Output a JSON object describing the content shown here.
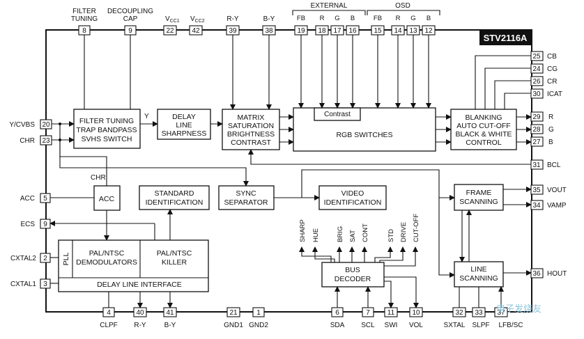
{
  "chip": {
    "name": "STV2116A"
  },
  "top_labels": [
    {
      "id": "filter_tuning",
      "text": "FILTER"
    },
    {
      "id": "filter_tuning2",
      "text": "TUNING"
    },
    {
      "id": "decoupling",
      "text": "DECOUPLING"
    },
    {
      "id": "decoupling2",
      "text": "CAP"
    },
    {
      "id": "vcc1",
      "text": "V",
      "sub": "CC1"
    },
    {
      "id": "vcc2",
      "text": "V",
      "sub": "CC2"
    },
    {
      "id": "ry",
      "text": "R-Y"
    },
    {
      "id": "by",
      "text": "B-Y"
    },
    {
      "id": "external",
      "text": "EXTERNAL"
    },
    {
      "id": "osd",
      "text": "OSD"
    }
  ],
  "rgb_letters": [
    "FB",
    "R",
    "G",
    "B",
    "FB",
    "R",
    "G",
    "B"
  ],
  "pins": {
    "p8": "8",
    "p9": "9",
    "p22": "22",
    "p42": "42",
    "p39": "39",
    "p38": "38",
    "p19": "19",
    "p18": "18",
    "p17": "17",
    "p16": "16",
    "p15": "15",
    "p14": "14",
    "p13": "13",
    "p12": "12",
    "p20": "20",
    "p23": "23",
    "p5": "5",
    "p9l": "9",
    "p2": "2",
    "p3": "3",
    "p25": "25",
    "p24": "24",
    "p26": "26",
    "p30": "30",
    "p29": "29",
    "p28": "28",
    "p27": "27",
    "p31": "31",
    "p35": "35",
    "p34": "34",
    "p36": "36",
    "p4": "4",
    "p40": "40",
    "p41": "41",
    "p21": "21",
    "p1": "1",
    "p6": "6",
    "p7": "7",
    "p11": "11",
    "p10": "10",
    "p32": "32",
    "p33": "33",
    "p37": "37"
  },
  "left_labels": {
    "ycvbs": "Y/CVBS",
    "chr": "CHR",
    "acc": "ACC",
    "ecs": "ECS",
    "cxtal2": "CXTAL2",
    "cxtal1": "CXTAL1"
  },
  "right_labels": {
    "cb": "CB",
    "cg": "CG",
    "cr": "CR",
    "icat": "ICAT",
    "r": "R",
    "g": "G",
    "b": "B",
    "bcl": "BCL",
    "vout": "VOUT",
    "vamp": "VAMP",
    "hout": "HOUT"
  },
  "bottom_labels": {
    "clpf": "CLPF",
    "ry": "R-Y",
    "by": "B-Y",
    "gnd1": "GND1",
    "gnd2": "GND2",
    "sda": "SDA",
    "scl": "SCL",
    "swi": "SWI",
    "vol": "VOL",
    "sxtal": "SXTAL",
    "slpf": "SLPF",
    "lfbsc": "LFB/SC"
  },
  "blocks": {
    "filter": [
      "FILTER TUNING",
      "TRAP BANDPASS",
      "SVHS SWITCH"
    ],
    "delay": [
      "DELAY",
      "LINE",
      "SHARPNESS"
    ],
    "matrix": [
      "MATRIX",
      "SATURATION",
      "BRIGHTNESS",
      "CONTRAST"
    ],
    "rgb": [
      "RGB SWITCHES"
    ],
    "contrast": [
      "Contrast"
    ],
    "blanking": [
      "BLANKING",
      "AUTO CUT-OFF",
      "BLACK & WHITE",
      "CONTROL"
    ],
    "acc": [
      "ACC"
    ],
    "standard": [
      "STANDARD",
      "IDENTIFICATION"
    ],
    "sync": [
      "SYNC",
      "SEPARATOR"
    ],
    "video": [
      "VIDEO",
      "IDENTIFICATION"
    ],
    "frame": [
      "FRAME",
      "SCANNING"
    ],
    "pal": [
      "PAL/NTSC",
      "DEMODULATORS"
    ],
    "killer": [
      "PAL/NTSC",
      "KILLER"
    ],
    "pll": [
      "PLL"
    ],
    "delayif": [
      "DELAY LINE INTERFACE"
    ],
    "bus": [
      "BUS",
      "DECODER"
    ],
    "line": [
      "LINE",
      "SCANNING"
    ]
  },
  "signal_labels": {
    "y": "Y",
    "chr_inner": "CHR"
  },
  "bus_outputs": [
    "SHARP",
    "HUE",
    "BRIG",
    "SAT",
    "CONT",
    "STD",
    "DRIVE",
    "CUT-OFF"
  ],
  "watermark": "电子发烧友"
}
